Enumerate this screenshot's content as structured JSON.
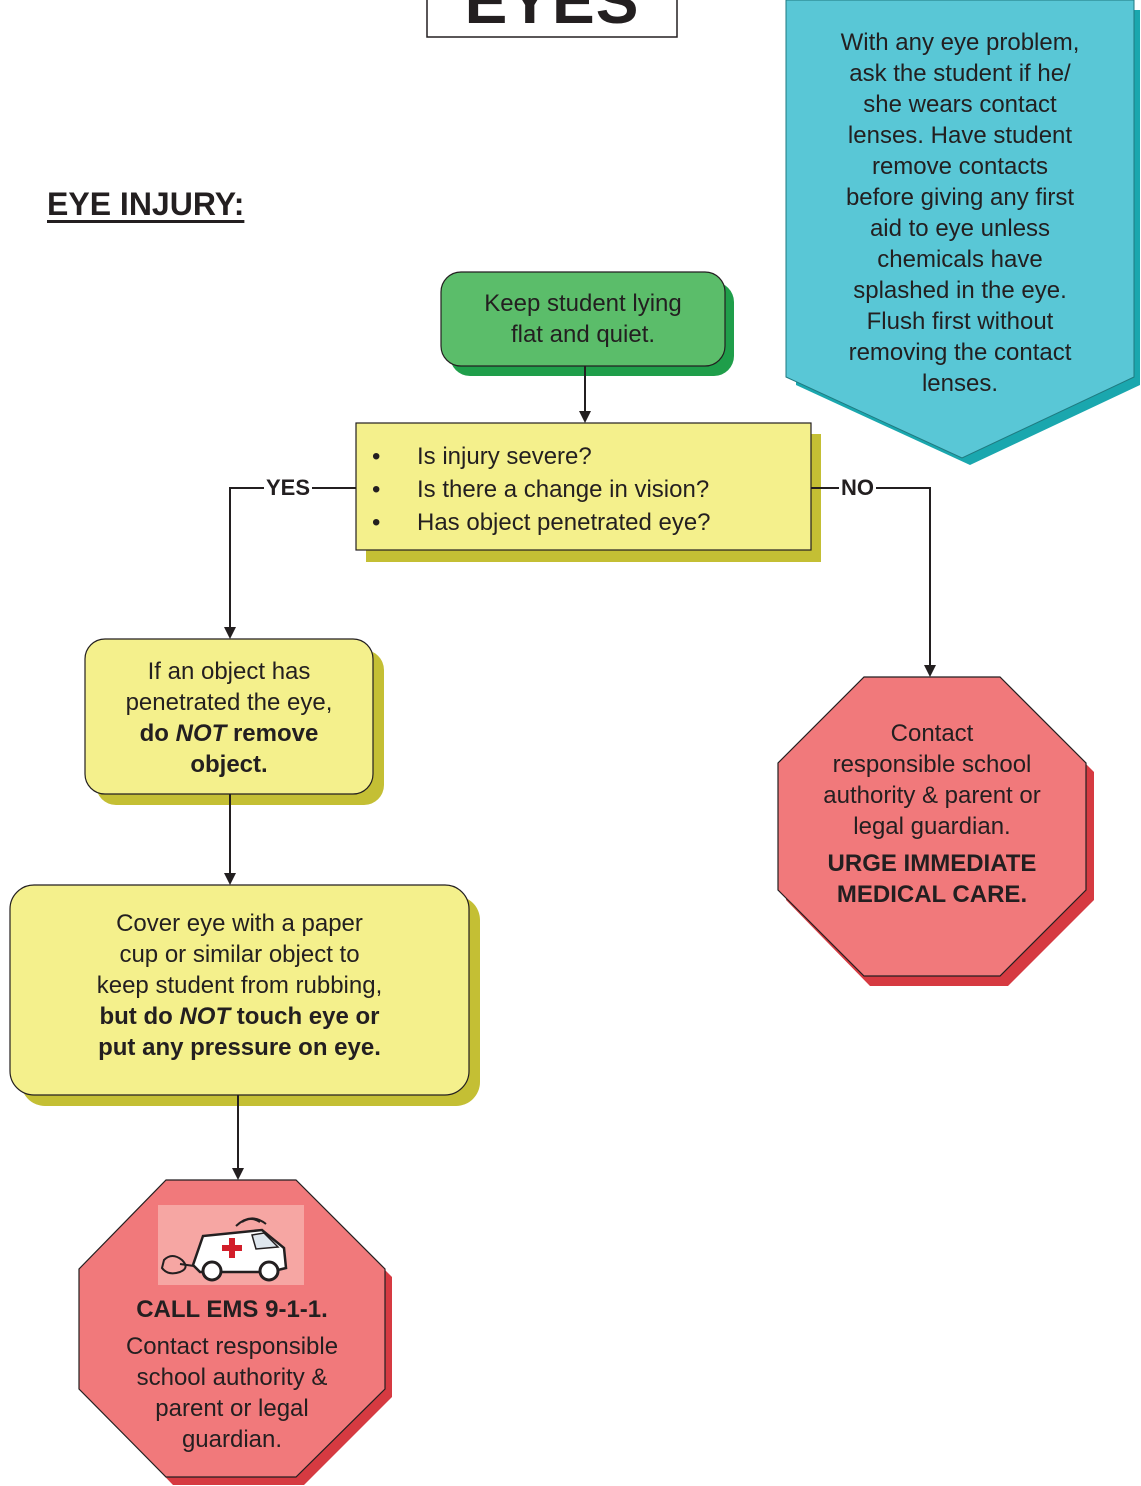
{
  "title": "EYES",
  "section_heading": "EYE INJURY:",
  "colors": {
    "green_box": "#5bbd6a",
    "yellow_box": "#f4f08c",
    "yellow_shadow": "#c4bf34",
    "teal_note": "#59c7d6",
    "teal_shadow": "#1aa7ae",
    "red_stop": "#f1797b",
    "red_shadow": "#d63a41",
    "lines": "#231f20"
  },
  "note": {
    "lines": [
      "With any eye problem,",
      "ask the student if he/",
      "she wears contact",
      "lenses.  Have student",
      "remove contacts",
      "before giving any first",
      "aid to eye unless",
      "chemicals have",
      "splashed in the eye.",
      "Flush first without",
      "removing the contact",
      "lenses."
    ]
  },
  "start": {
    "lines": [
      "Keep student lying",
      "flat and quiet."
    ]
  },
  "question": {
    "items": [
      "Is injury severe?",
      "Is there a change in vision?",
      "Has object penetrated eye?"
    ]
  },
  "branches": {
    "yes": "YES",
    "no": "NO"
  },
  "object_box": {
    "line1": "If an object has",
    "line2": "penetrated the eye,",
    "line3_pre": "do ",
    "line3_emph": "NOT",
    "line3_post": " remove",
    "line4": "object."
  },
  "cover_box": {
    "line1": "Cover eye with a paper",
    "line2": "cup or similar object to",
    "line3": "keep student from rubbing,",
    "line4_pre": "but do ",
    "line4_emph": "NOT",
    "line4_post": " touch eye or",
    "line5": "put any pressure on eye."
  },
  "no_stop": {
    "lines": [
      "Contact",
      "responsible school",
      "authority & parent or",
      "legal guardian."
    ],
    "urge": [
      "URGE IMMEDIATE",
      "MEDICAL CARE."
    ]
  },
  "ems_stop": {
    "icon": "ambulance-icon",
    "call": "CALL EMS 9-1-1.",
    "lines": [
      "Contact responsible",
      "school authority &",
      "parent or legal",
      "guardian."
    ]
  }
}
